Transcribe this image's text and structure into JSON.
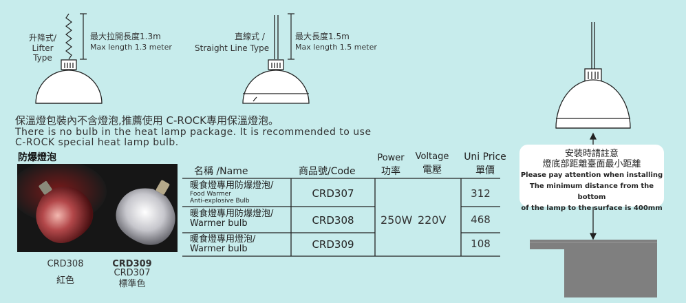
{
  "lifter": {
    "label_cn": "升降式/",
    "label_en_1": "Lifter",
    "label_en_2": "Type",
    "maxlen_cn": "最大拉開長度1.3m",
    "maxlen_en": "Max length 1.3 meter"
  },
  "straight": {
    "label_cn": "直線式 /",
    "label_en": "Straight Line Type",
    "maxlen_cn": "最大長度1.5m",
    "maxlen_en": "Max length 1.5 meter"
  },
  "notice": {
    "cn": "保溫燈包裝內不含燈泡,推薦使用 C-ROCK專用保溫燈泡。",
    "en_1": "There is no bulb in the heat lamp package. It is recommended to use",
    "en_2": "C-ROCK special heat lamp bulb."
  },
  "bulb_section": {
    "title": "防爆燈泡",
    "caption_left_code": "CRD308",
    "caption_left_color": "紅色",
    "caption_right_code_1": "CRD309",
    "caption_right_code_2": "CRD307",
    "caption_right_color": "標準色"
  },
  "table": {
    "headers": {
      "name": "名稱 /Name",
      "code": "商品號/Code",
      "power_en": "Power",
      "power_cn": "功率",
      "voltage_en": "Voltage",
      "voltage_cn": "電壓",
      "price_en": "Uni Price",
      "price_cn": "單價"
    },
    "rows": [
      {
        "name_cn": "暖食燈專用防爆燈泡/",
        "name_en_1": "Food Warmer",
        "name_en_2": "Anti-explosive Bulb",
        "code": "CRD307",
        "price": "312"
      },
      {
        "name_cn": "暖食燈專用防爆燈泡/",
        "name_en_1": "Warmer bulb",
        "code": "CRD308",
        "price": "468"
      },
      {
        "name_cn": "暖食燈專用燈泡/",
        "name_en_1": "Warmer bulb",
        "code": "CRD309",
        "price": "108"
      }
    ],
    "power": "250W",
    "voltage": "220V"
  },
  "install_note": {
    "cn_1": "安裝時請註意",
    "cn_2": "燈底部距離臺面最小距離",
    "en_1": "Please pay attention when installing",
    "en_2": "The minimum distance from the bottom",
    "en_3": "of the lamp to the surface is 400mm"
  },
  "colors": {
    "background": "#c7ecec",
    "line": "#222222",
    "counter": "#7f7f7f"
  }
}
